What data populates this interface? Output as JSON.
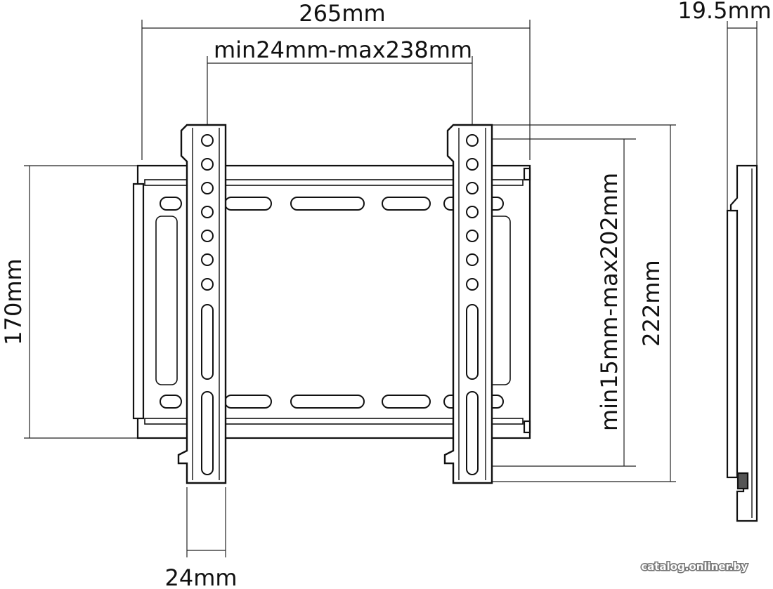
{
  "dimensions": {
    "overall_width": "265mm",
    "vesa_horizontal": "min24mm-max238mm",
    "depth": "19.5mm",
    "plate_height": "170mm",
    "vesa_vertical": "min15mm-max202mm",
    "overall_height": "222mm",
    "arm_width": "24mm"
  },
  "watermark": "catalog.onliner.by",
  "colors": {
    "line": "#111111",
    "background": "#ffffff"
  }
}
